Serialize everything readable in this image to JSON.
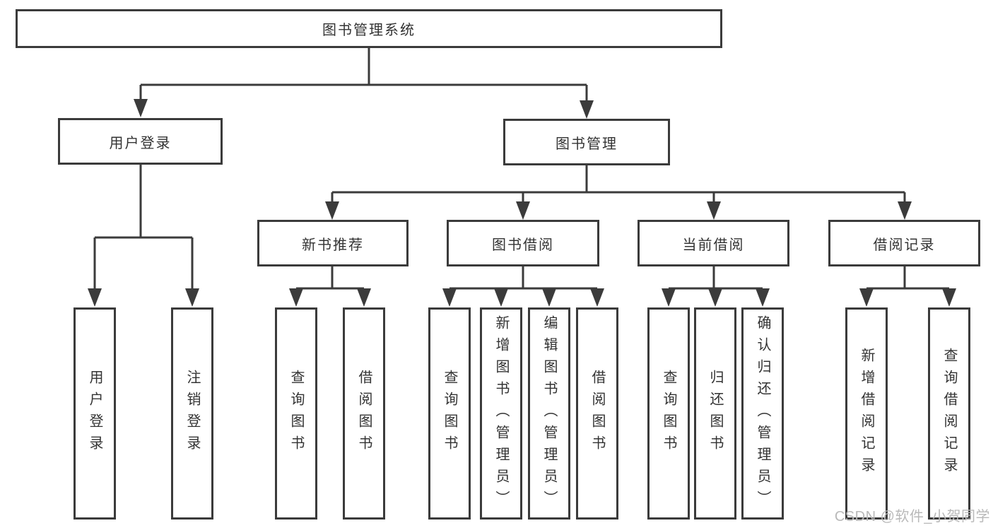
{
  "diagram": {
    "root": {
      "label": "图书管理系统"
    },
    "branches": [
      {
        "label": "用户登录",
        "children": [
          {
            "label": "用户登录"
          },
          {
            "label": "注销登录"
          }
        ]
      },
      {
        "label": "图书管理",
        "children": [
          {
            "label": "新书推荐",
            "children": [
              {
                "label": "查询图书"
              },
              {
                "label": "借阅图书"
              }
            ]
          },
          {
            "label": "图书借阅",
            "children": [
              {
                "label": "查询图书"
              },
              {
                "label": "新增图书（管理员）"
              },
              {
                "label": "编辑图书（管理员）"
              },
              {
                "label": "借阅图书"
              }
            ]
          },
          {
            "label": "当前借阅",
            "children": [
              {
                "label": "查询图书"
              },
              {
                "label": "归还图书"
              },
              {
                "label": "确认归还（管理员）"
              }
            ]
          },
          {
            "label": "借阅记录",
            "children": [
              {
                "label": "新增借阅记录"
              },
              {
                "label": "查询借阅记录"
              }
            ]
          }
        ]
      }
    ]
  },
  "watermark": "CSDN @软件_小贺同学",
  "colors": {
    "line": "#3b3b3b",
    "text": "#333333",
    "watermark": "#b9b9b9",
    "background": "#ffffff"
  }
}
